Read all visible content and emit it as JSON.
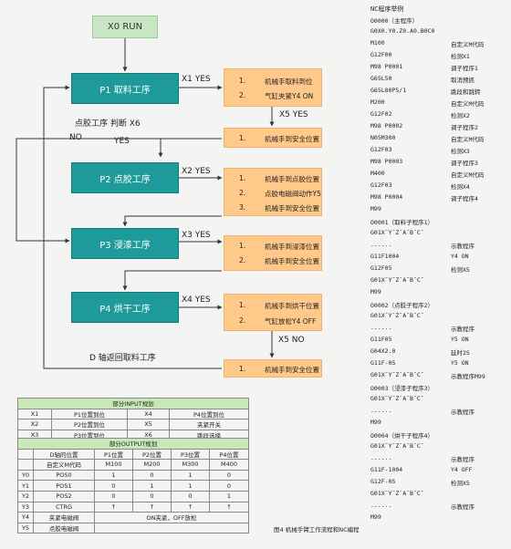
{
  "flow": {
    "start": "X0 RUN",
    "p1": "P1 取料工序",
    "p2": "P2 点胶工序",
    "p3": "P3 浸漆工序",
    "p4": "P4 烘干工序",
    "p1_actions": [
      "机械手取料到位",
      "气缸夹紧Y4  ON"
    ],
    "safe": "机械手到安全位置",
    "p2_actions": [
      "机械手到点胶位置",
      "点胶电磁阀动作Y5",
      "机械手到安全位置"
    ],
    "p3_actions": [
      "机械手到浸漆位置",
      "机械手到安全位置"
    ],
    "p4_actions": [
      "机械手到烘干位置",
      "气缸放松Y4  OFF"
    ],
    "num": [
      "1.",
      "2.",
      "3."
    ],
    "x1": "X1  YES",
    "x5yes": "X5 YES",
    "decision": "点胶工序 判断 X6",
    "no": "NO",
    "yes": "YES",
    "x2": "X2 YES",
    "x3": "X3 YES",
    "x4": "X4 YES",
    "x5no": "X5 NO",
    "d_return": "D 轴返回取料工序"
  },
  "program": {
    "title": "NC程序举例",
    "lines": [
      {
        "code": "O0000（主程序）",
        "comment": ""
      },
      {
        "code": "G0X0.Y0.Z0.A0.B0C0",
        "comment": ""
      },
      {
        "code": "M100",
        "comment": "自定义M代码"
      },
      {
        "code": "G12F00",
        "comment": "检测X1"
      },
      {
        "code": "M98 P0001",
        "comment": "调子程序1"
      },
      {
        "code": "G65L50",
        "comment": "取消预抓"
      },
      {
        "code": "G65L80P5/1",
        "comment": "跳段和跳转"
      },
      {
        "code": "M200",
        "comment": "自定义M代码"
      },
      {
        "code": "G12F02",
        "comment": "检测X2"
      },
      {
        "code": "M98 P0002",
        "comment": "调子程序2"
      },
      {
        "code": "N05M300",
        "comment": "自定义M代码"
      },
      {
        "code": "G12F03",
        "comment": "检测X3"
      },
      {
        "code": "M98 P0003",
        "comment": "调子程序3"
      },
      {
        "code": "M400",
        "comment": "自定义M代码"
      },
      {
        "code": "G12F03",
        "comment": "检测X4"
      },
      {
        "code": "M98 P0004",
        "comment": "调子程序4"
      },
      {
        "code": "M99",
        "comment": ""
      },
      {
        "code": "O0001（取料子程序1）",
        "comment": ""
      },
      {
        "code": "G01X¯Y¯Z¯A¯B¯C¯",
        "comment": ""
      },
      {
        "code": "......",
        "comment": "示教程序"
      },
      {
        "code": "G11F1004",
        "comment": "Y4  ON"
      },
      {
        "code": "G12F05",
        "comment": "检测X5"
      },
      {
        "code": "G01X¯Y¯Z¯A¯B¯C¯",
        "comment": ""
      },
      {
        "code": "M99",
        "comment": ""
      },
      {
        "code": "O0002（点胶子程序2）",
        "comment": ""
      },
      {
        "code": "G01X¯Y¯Z¯A¯B¯C¯",
        "comment": ""
      },
      {
        "code": "......",
        "comment": "示教程序"
      },
      {
        "code": "G11F05",
        "comment": "Y5  ON"
      },
      {
        "code": "G04X2.0",
        "comment": "延时2S"
      },
      {
        "code": "G11F-05",
        "comment": "Y5  ON"
      },
      {
        "code": "G01X¯Y¯Z¯A¯B¯C¯",
        "comment": "示教程序M99"
      },
      {
        "code": "O0003（浸漆子程序3）",
        "comment": ""
      },
      {
        "code": "G01X¯Y¯Z¯A¯B¯C¯",
        "comment": ""
      },
      {
        "code": "......",
        "comment": "示教程序"
      },
      {
        "code": "M99",
        "comment": ""
      },
      {
        "code": "O0004（烘干子程序4）",
        "comment": ""
      },
      {
        "code": "G01X¯Y¯Z¯A¯B¯C¯",
        "comment": ""
      },
      {
        "code": "......",
        "comment": "示教程序"
      },
      {
        "code": "G11F-1004",
        "comment": "Y4  OFF"
      },
      {
        "code": "G12F-05",
        "comment": "检测X5"
      },
      {
        "code": "G01X¯Y¯Z¯A¯B¯C¯",
        "comment": ""
      },
      {
        "code": "......",
        "comment": "示教程序"
      },
      {
        "code": "M99",
        "comment": ""
      }
    ]
  },
  "input_table": {
    "title": "部分INPUT规划",
    "rows": [
      [
        "X1",
        "P1位置到位",
        "X4",
        "P4位置到位"
      ],
      [
        "X2",
        "P2位置到位",
        "X5",
        "夹紧开关"
      ],
      [
        "X3",
        "P3位置到位",
        "X6",
        "跳段选择"
      ]
    ]
  },
  "output_table": {
    "title": "部分OUTPUT规划",
    "header1": [
      "",
      "D轴的位置",
      "P1位置",
      "P2位置",
      "P3位置",
      "P4位置"
    ],
    "header2": [
      "",
      "自定义M代码",
      "M100",
      "M200",
      "M300",
      "M400"
    ],
    "rows": [
      [
        "Y0",
        "POS0",
        "1",
        "0",
        "1",
        "0"
      ],
      [
        "Y1",
        "POS1",
        "0",
        "1",
        "1",
        "0"
      ],
      [
        "Y2",
        "POS2",
        "0",
        "0",
        "0",
        "1"
      ],
      [
        "Y3",
        "CTRG",
        "↑",
        "↑",
        "↑",
        "↑"
      ]
    ],
    "span_rows": [
      [
        "Y4",
        "夹紧电磁阀",
        "ON夹紧，OFF放松"
      ],
      [
        "Y5",
        "点胶电磁阀",
        ""
      ]
    ]
  },
  "caption": "图4  机械手臂工作流程和NC编程"
}
